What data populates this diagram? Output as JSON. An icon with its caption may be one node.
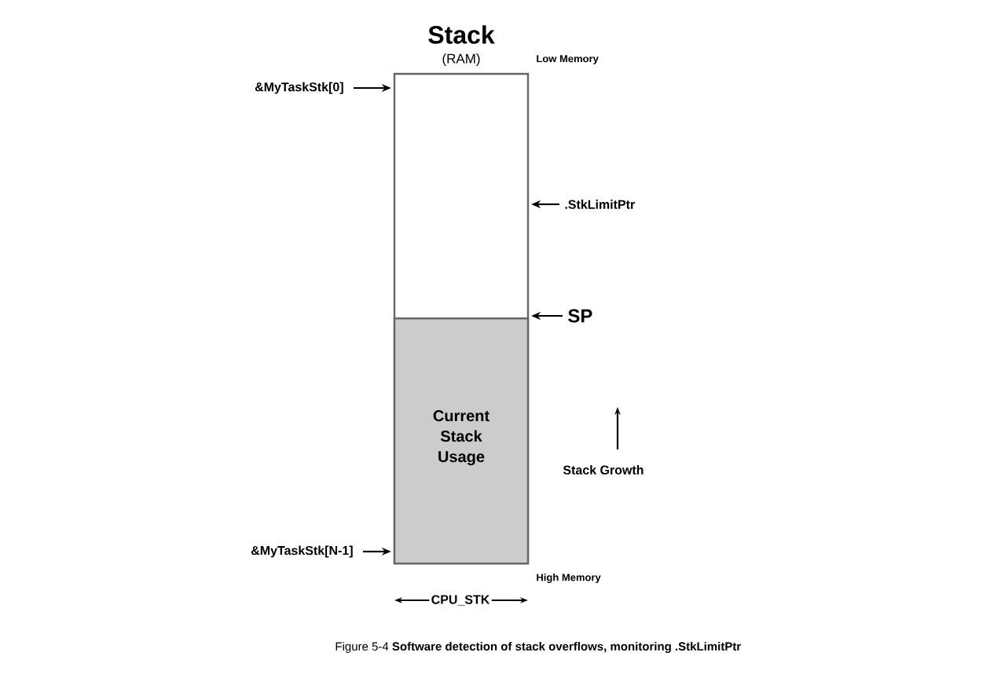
{
  "diagram": {
    "caption": "Figure 5-4 **Software detection of stack overflows, monitoring .StkLimitPtr**",
    "nodes": [
      {
        "text": [
          "Stack",
          "(RAM)"
        ]
      },
      {
        "text": [
          "Current Stack Usage"
        ],
        "in": 0
      },
      {
        "text": [
          "&MyTaskStk[0]"
        ]
      },
      {
        "text": [
          ".StkLimitPtr"
        ]
      },
      {
        "text": [
          "SP"
        ]
      },
      {
        "text": [
          "&MyTaskStk[N-1]"
        ]
      }
    ],
    "edges": [
      {
        "from": 2,
        "to": 0,
        "arrow": "to"
      },
      {
        "from": 3,
        "to": 0,
        "arrow": "to"
      },
      {
        "from": 4,
        "to": 1,
        "arrow": "to"
      },
      {
        "from": 5,
        "to": 1,
        "arrow": "to"
      }
    ],
    "labels": [
      "Low Memory",
      "Stack Growth",
      "High Memory",
      "CPU_STK"
    ]
  }
}
